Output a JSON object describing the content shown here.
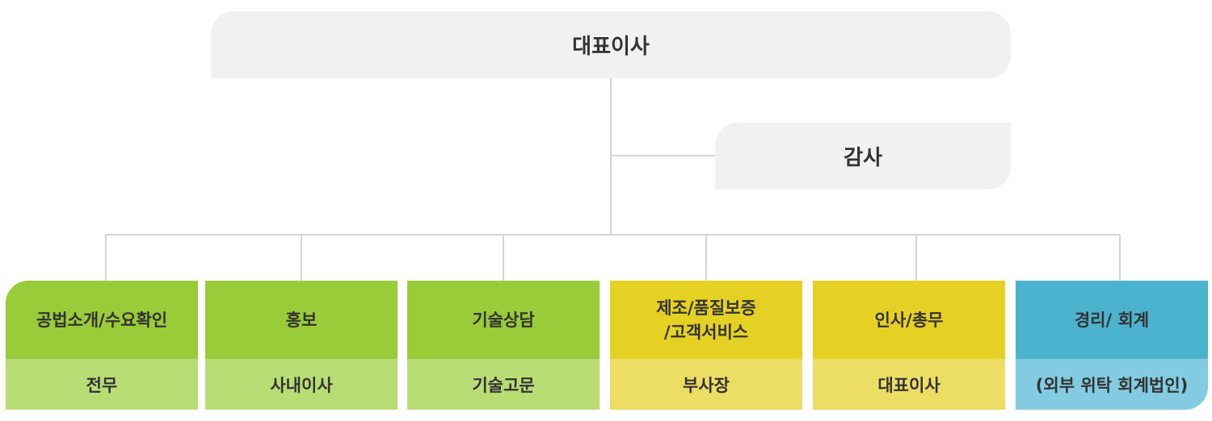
{
  "ceo": "대표이사",
  "audit": "감사",
  "departments": [
    {
      "name": "공법소개/수요확인",
      "role": "전무"
    },
    {
      "name": "홍보",
      "role": "사내이사"
    },
    {
      "name": "기술상담",
      "role": "기술고문"
    },
    {
      "name": "제조/품질보증\n/고객서비스",
      "role": "부사장"
    },
    {
      "name": "인사/총무",
      "role": "대표이사"
    },
    {
      "name": "경리/ 회계",
      "role": "(외부 위탁 회계법인)"
    }
  ],
  "colors": {
    "box_gray": "#f1f1f1",
    "line": "#d4d4d4",
    "green_head": "#9acb39",
    "green_foot": "#b9dd75",
    "yellow_head": "#e5d024",
    "yellow_foot": "#ecdd64",
    "blue_head": "#4bb3ce",
    "blue_foot": "#82cbe0"
  }
}
